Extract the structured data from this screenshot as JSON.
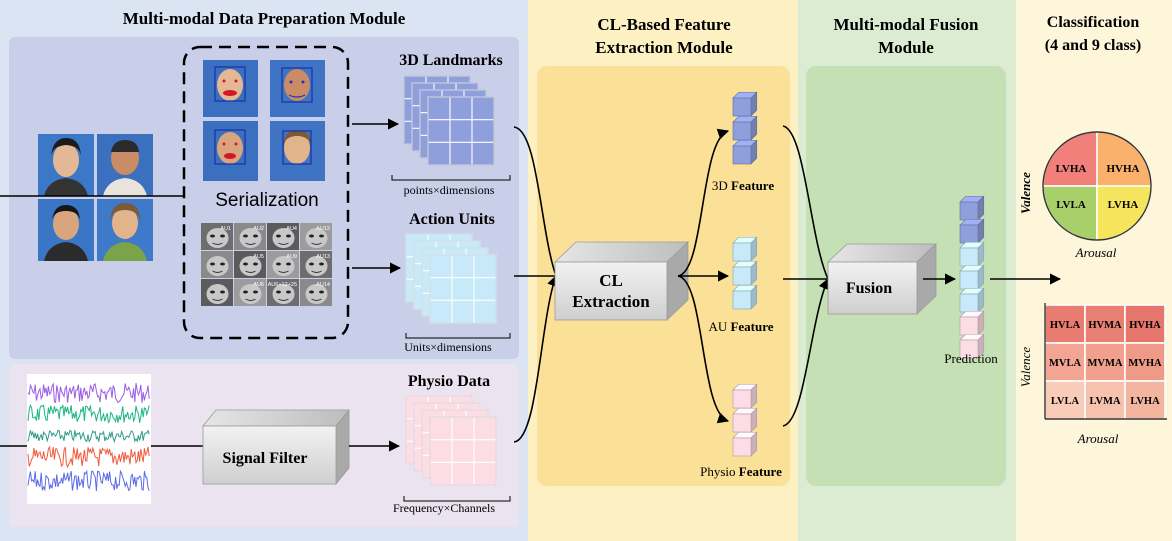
{
  "sections": {
    "prep": "Multi-modal  Data Preparation Module",
    "cl_line1": "CL-Based Feature",
    "cl_line2": "Extraction Module",
    "fusion_line1": "Multi-modal  Fusion",
    "fusion_line2": "Module",
    "class_line1": "Classification",
    "class_line2": "(4 and 9 class)"
  },
  "prep": {
    "serialization": "Serialization",
    "landmarks_title": "3D Landmarks",
    "landmarks_dims": "points×dimensions",
    "au_title": "Action Units",
    "au_dims": "Units×dimensions",
    "physio_title": "Physio Data",
    "physio_dims": "Frequency×Channels",
    "signal_filter": "Signal Filter",
    "au_codes": [
      "AU1",
      "AU2",
      "AU4",
      "AU12",
      "AU5",
      "AU9",
      "AU13",
      "AU6",
      "AU6+12+25",
      "AU14"
    ]
  },
  "cl": {
    "box_line1": "CL",
    "box_line2": "Extraction",
    "feat3d_pre": "3D ",
    "feat3d_b": "Feature",
    "au_pre": "AU ",
    "au_b": "Feature",
    "physio_pre": "Physio  ",
    "physio_b": "Feature"
  },
  "fusion": {
    "box": "Fusion",
    "prediction": "Prediction"
  },
  "classification": {
    "quadrants": [
      "LVHA",
      "HVHA",
      "LVLA",
      "LVHA"
    ],
    "quadrant_colors": [
      "#f2807a",
      "#f9b16b",
      "#a8d06a",
      "#f5e55c"
    ],
    "grid": [
      [
        "HVLA",
        "HVMA",
        "HVHA"
      ],
      [
        "MVLA",
        "MVMA",
        "MVHA"
      ],
      [
        "LVLA",
        "LVMA",
        "LVHA"
      ]
    ],
    "grid_colors": [
      [
        "#e97c70",
        "#e88174",
        "#e6766b"
      ],
      [
        "#f2a592",
        "#f0a08c",
        "#ee9a87"
      ],
      [
        "#f8ccb9",
        "#f6c2ae",
        "#f3b59f"
      ]
    ],
    "valence": "Valence",
    "arousal": "Arousal"
  },
  "colors": {
    "prep_bg": "#dbe4f2",
    "prep_inner": "#c9cfe9",
    "physio_bg": "#ebe3ef",
    "cl_bg": "#fdf0c2",
    "cl_inner": "#fbe097",
    "fusion_bg": "#dcecd3",
    "fusion_inner": "#c6e0b5",
    "class_bg": "#fdf6da",
    "landmark_cube": "#8f9fdb",
    "au_cube": "#c7e9f9",
    "physio_cube": "#fcdde6"
  }
}
